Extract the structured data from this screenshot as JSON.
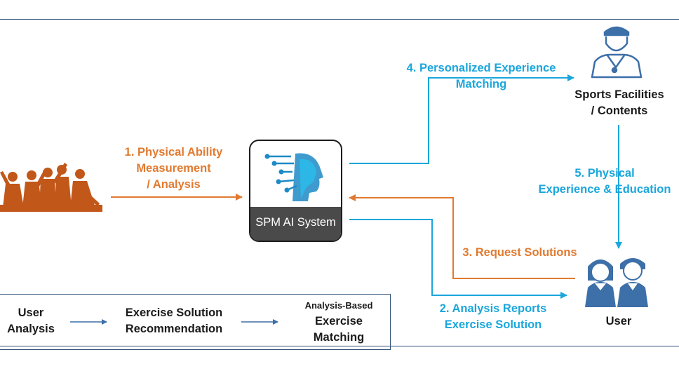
{
  "steps": {
    "s1": [
      "1. Physical Ability",
      "Measurement",
      "/ Analysis"
    ],
    "s2": [
      "2. Analysis Reports",
      "Exercise Solution"
    ],
    "s3": "3. Request Solutions",
    "s4": [
      "4. Personalized Experience",
      "Matching"
    ],
    "s5": [
      "5. Physical",
      "Experience & Education"
    ]
  },
  "nodes": {
    "system_label": "SPM AI System",
    "facilities": [
      "Sports Facilities",
      "/ Contents"
    ],
    "user": "User"
  },
  "legend": {
    "step1": [
      "User",
      "Analysis"
    ],
    "step2": [
      "Exercise Solution",
      "Recommendation"
    ],
    "step3_caption": "Analysis-Based",
    "step3": [
      "Exercise",
      "Matching"
    ]
  },
  "colors": {
    "orange": "#e07a30",
    "blue": "#1ba6dc",
    "icon_blue": "#3d6fa8",
    "dark": "#1a1a1a"
  },
  "icons": [
    "children-silhouette-icon",
    "ai-brain-icon",
    "coach-icon",
    "students-icon",
    "arrow-icon"
  ]
}
